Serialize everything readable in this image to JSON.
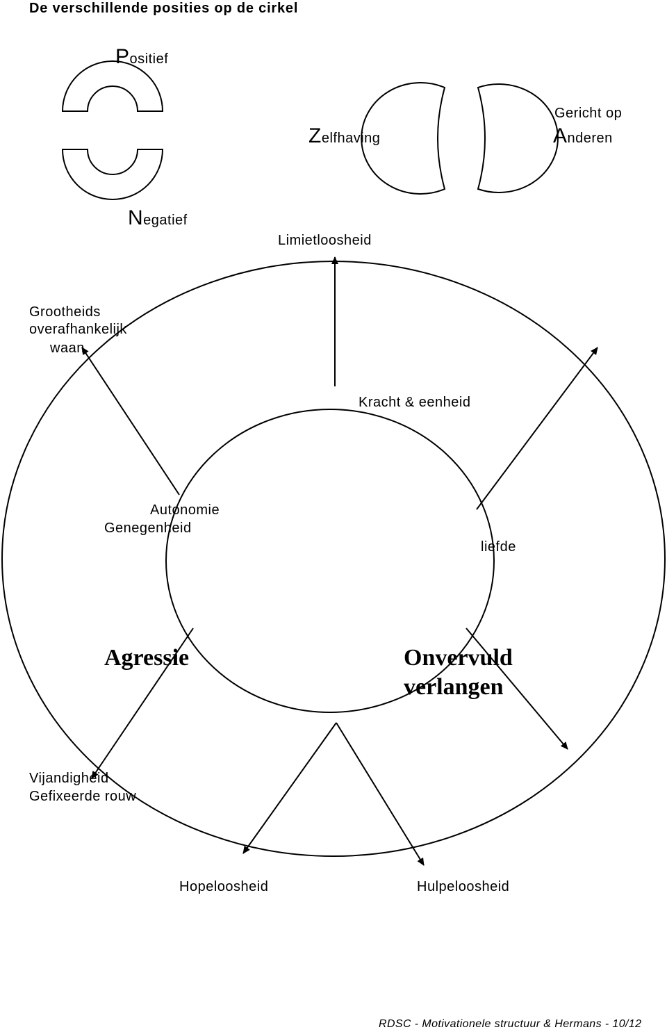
{
  "title": "De verschillende posities op de cirkel",
  "legend": {
    "positief": {
      "initial": "P",
      "rest": "ositief"
    },
    "negatief": {
      "initial": "N",
      "rest": "egatief"
    },
    "zelfhaving": {
      "initial": "Z",
      "rest": "elfhaving"
    },
    "anderen_line1": "Gericht op",
    "anderen": {
      "initial": "A",
      "rest": "nderen"
    }
  },
  "labels": {
    "limietloosheid": "Limietloosheid",
    "grootheids": "Grootheids",
    "overafhankelijk": "overafhankelijk",
    "waan": "waan",
    "kracht_eenheid": "Kracht & eenheid",
    "autonomie": "Autonomie",
    "genegenheid": "Genegenheid",
    "liefde": "liefde",
    "agressie": "Agressie",
    "onvervuld_1": "Onvervuld",
    "onvervuld_2": "verlangen",
    "vijandigheid": "Vijandigheid",
    "gefixeerde_rouw": "Gefixeerde rouw",
    "hopeloosheid": "Hopeloosheid",
    "hulpeloosheid": "Hulpeloosheid"
  },
  "footer": "RDSC - Motivationele structuur & Hermans - 10/12"
}
